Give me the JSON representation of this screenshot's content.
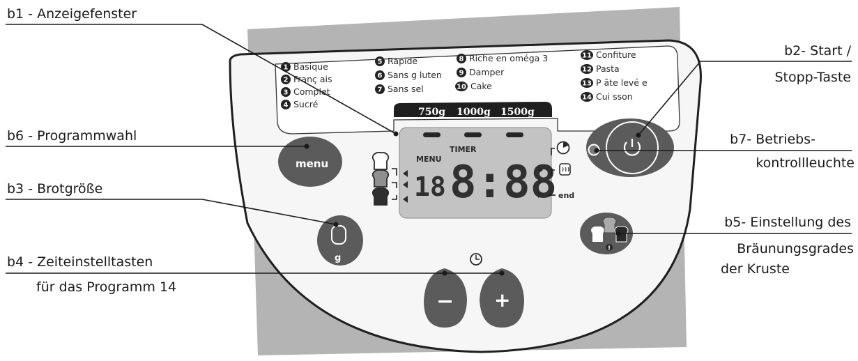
{
  "callouts": {
    "b1": "b1 - Anzeigefenster",
    "b2_line1": "b2- Start /",
    "b2_line2": "Stopp-Taste",
    "b6": "b6 - Programmwahl",
    "b7_line1": "b7- Betriebs-",
    "b7_line2": "kontrollleuchte",
    "b3": "b3 - Brotgröße",
    "b5_line1": "b5- Einstellung des",
    "b5_line2": "Bräunungsgrades",
    "b5_line3": "der Kruste",
    "b4_line1": "b4 - Zeiteinstelltasten",
    "b4_line2": "für das Programm 14"
  },
  "programs": [
    {
      "num": "1",
      "label": "Basique"
    },
    {
      "num": "2",
      "label": "Franç ais"
    },
    {
      "num": "3",
      "label": "Complet"
    },
    {
      "num": "4",
      "label": "Sucré"
    },
    {
      "num": "5",
      "label": "Rapide"
    },
    {
      "num": "6",
      "label": "Sans g luten"
    },
    {
      "num": "7",
      "label": "Sans sel"
    },
    {
      "num": "8",
      "label": "Riche en oméga 3"
    },
    {
      "num": "9",
      "label": "Damper"
    },
    {
      "num": "10",
      "label": "Cake"
    },
    {
      "num": "11",
      "label": "Confiture"
    },
    {
      "num": "12",
      "label": "Pasta"
    },
    {
      "num": "13",
      "label": "P âte levé e"
    },
    {
      "num": "14",
      "label": "Cui sson"
    }
  ],
  "sizes": [
    "750g",
    "1000g",
    "1500g"
  ],
  "display": {
    "menu": "MENU",
    "timer": "TIMER",
    "program_digits": "18",
    "time": "8:88",
    "end": "end"
  },
  "buttons": {
    "menu": "menu",
    "size_unit": "g",
    "minus": "−",
    "plus": "+",
    "crust_mark": "!"
  },
  "colors": {
    "panel_bg": "#b4b4b4",
    "face": "#f6f6f6",
    "button": "#5b5b5b",
    "lcd": "#c3c3c3",
    "band": "#1f1f1f"
  }
}
